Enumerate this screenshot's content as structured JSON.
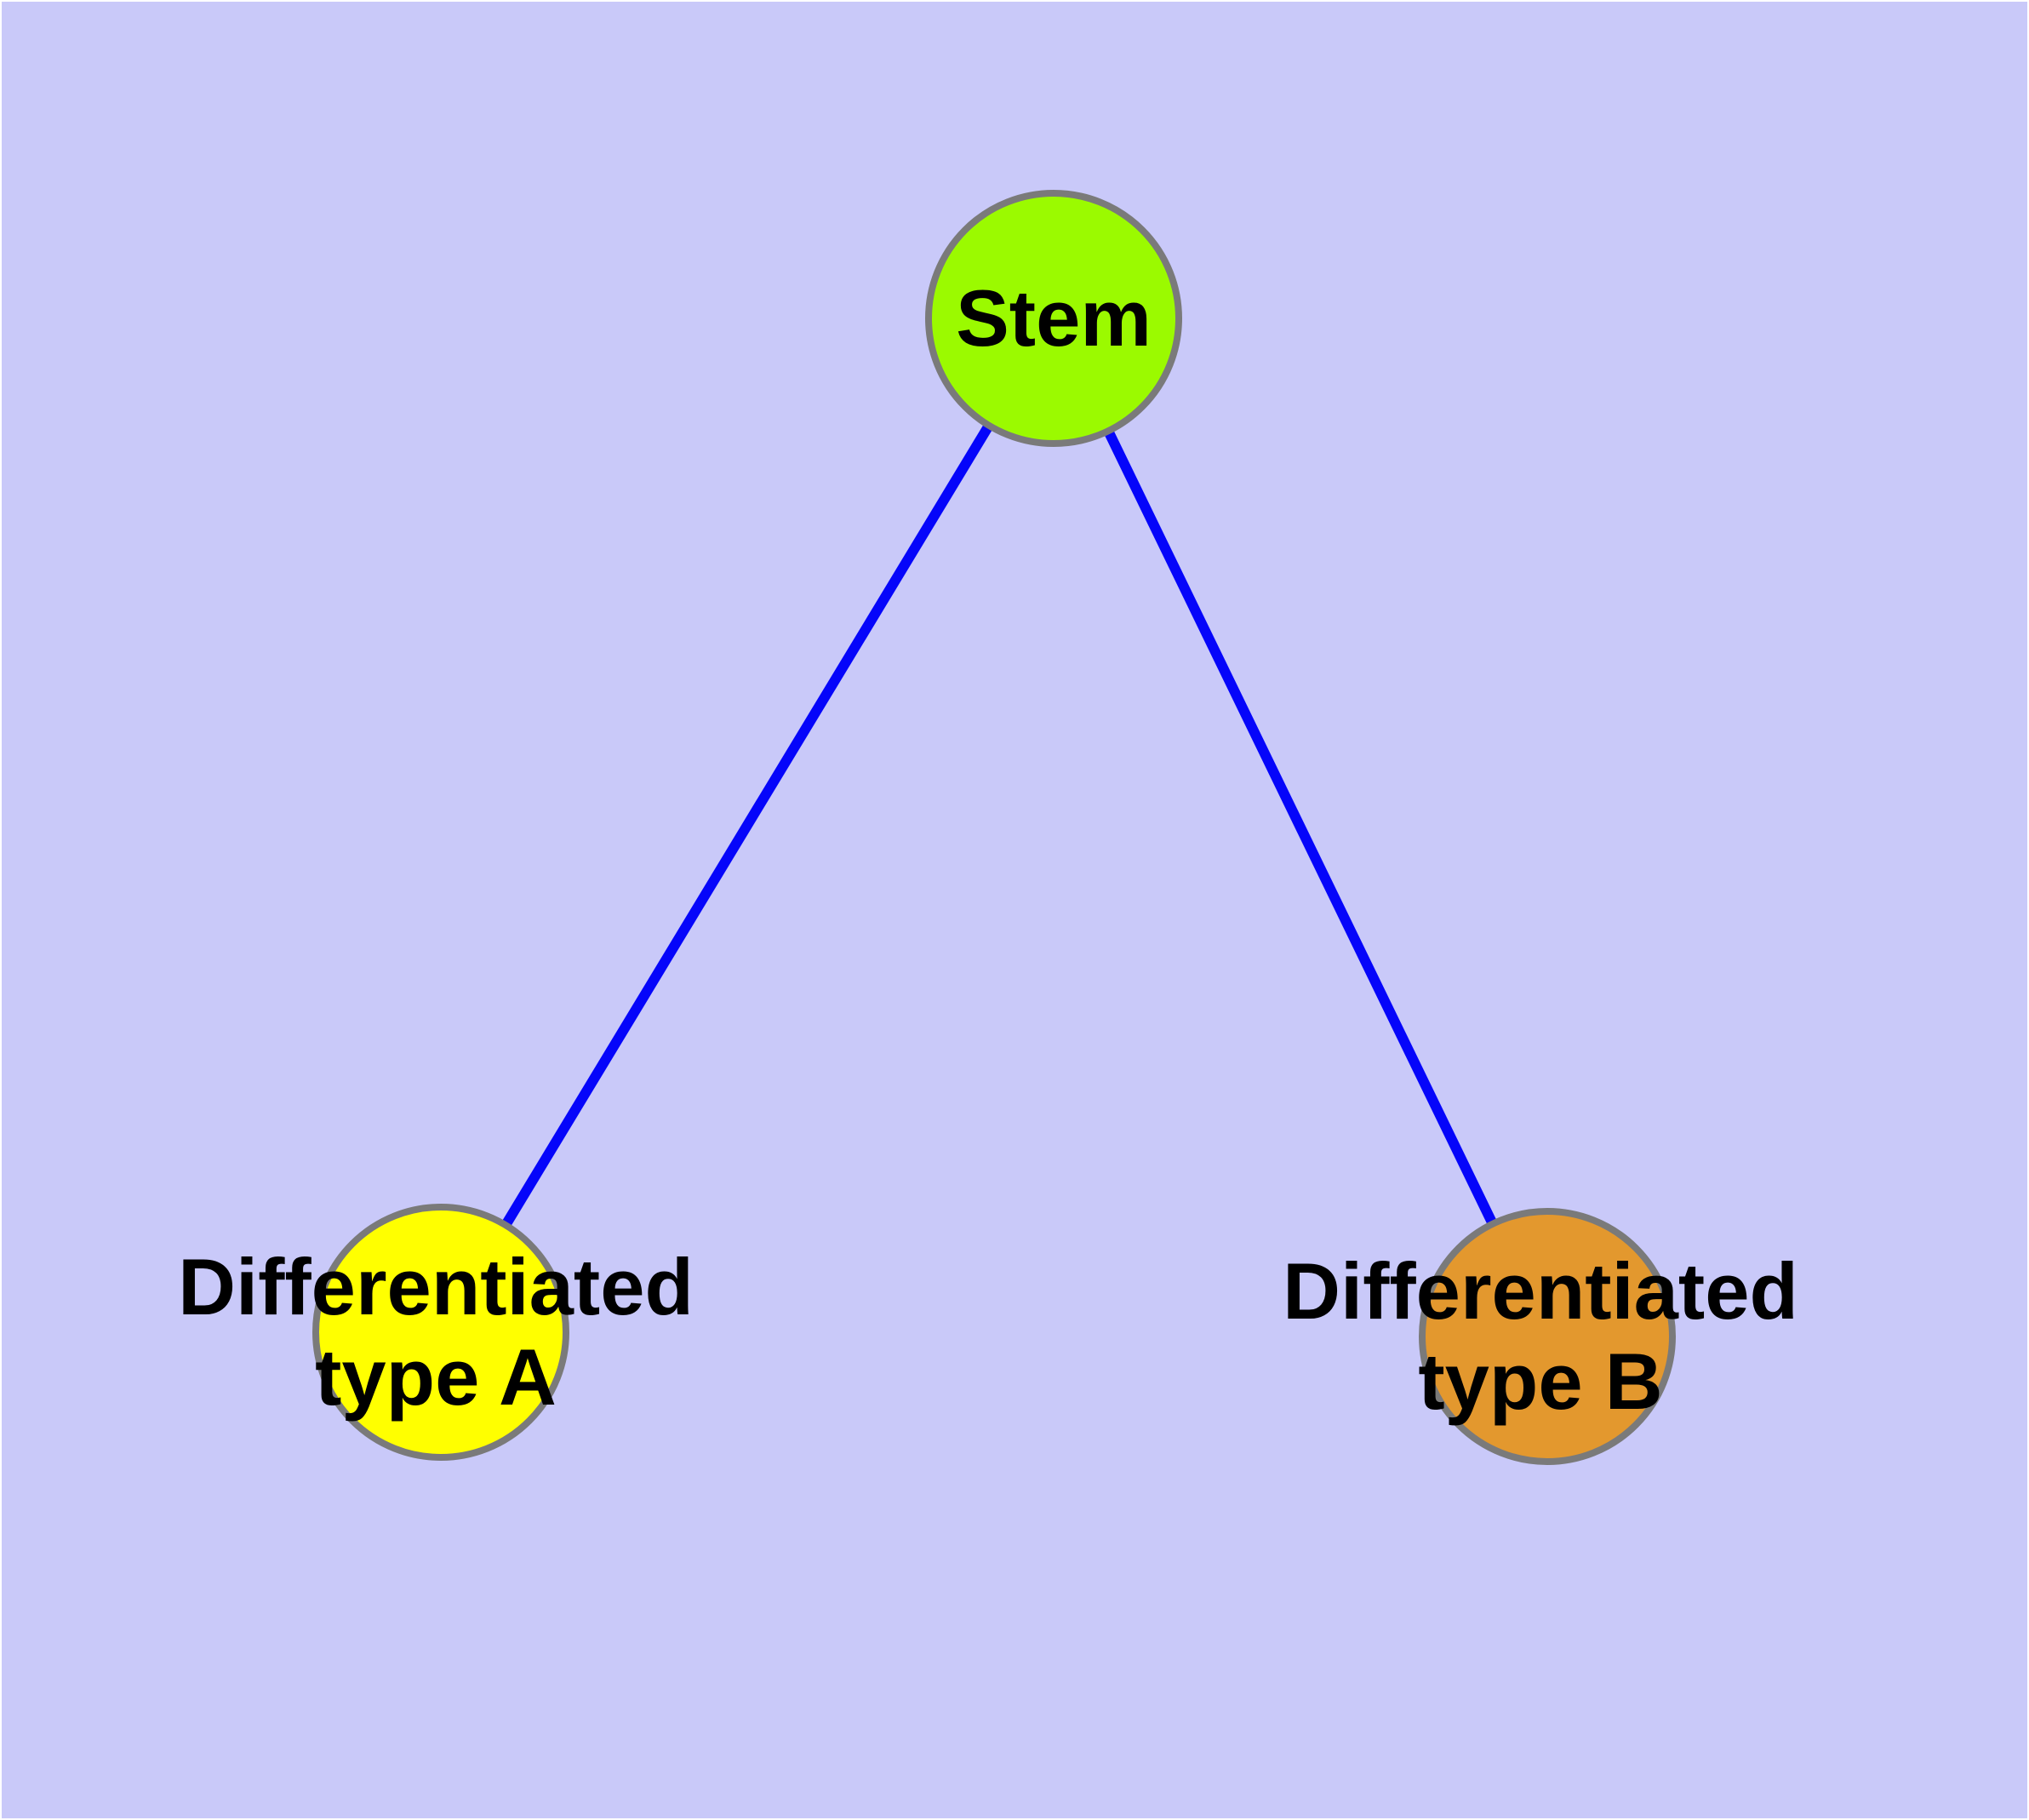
{
  "diagram": {
    "background_color": "#c9c9f9",
    "page_edge_color": "#ffffff",
    "edge_color": "#0505fa",
    "node_border_color": "#7a7a7a",
    "nodes": {
      "stem": {
        "label": "Stem",
        "color": "#9bfa00"
      },
      "diff_a": {
        "label_line1": "Differentiated",
        "label_line2": "type A",
        "color": "#ffff00"
      },
      "diff_b": {
        "label_line1": "Differentiated",
        "label_line2": "type B",
        "color": "#e3982e"
      }
    },
    "edges": [
      {
        "from": "Stem",
        "to": "Differentiated type A"
      },
      {
        "from": "Stem",
        "to": "Differentiated type B"
      }
    ]
  }
}
